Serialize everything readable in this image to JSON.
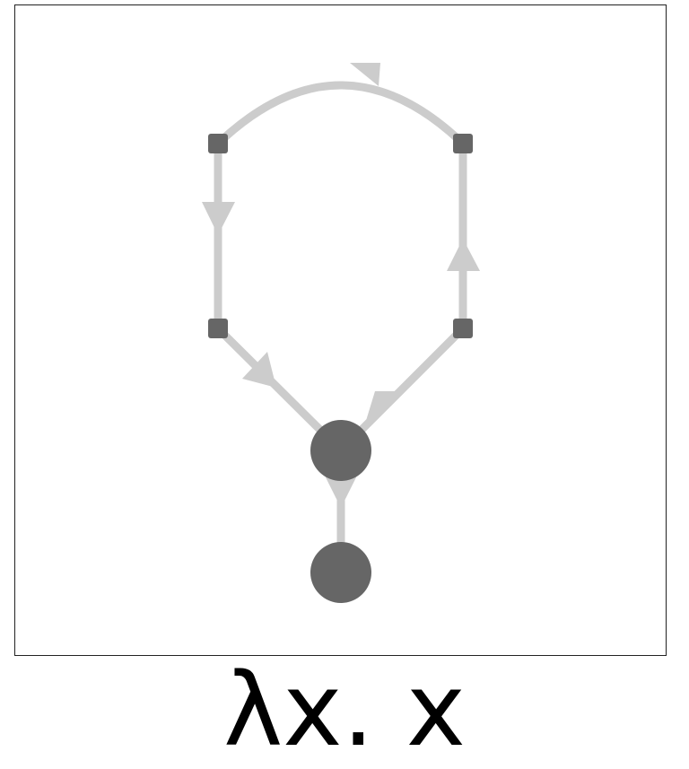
{
  "caption": "λx. x",
  "colors": {
    "edge": "#cccccc",
    "node": "#666666",
    "frame": "#222222",
    "text": "#000000"
  },
  "graph": {
    "nodes": [
      {
        "id": "root",
        "kind": "circle"
      },
      {
        "id": "lambda",
        "kind": "circle"
      },
      {
        "id": "top-left",
        "kind": "square"
      },
      {
        "id": "top-right",
        "kind": "square"
      },
      {
        "id": "bottom-left",
        "kind": "square"
      },
      {
        "id": "bottom-right",
        "kind": "square"
      }
    ],
    "edges": [
      {
        "from": "top-right",
        "to": "top-left"
      },
      {
        "from": "top-left",
        "to": "bottom-left"
      },
      {
        "from": "bottom-left",
        "to": "lambda"
      },
      {
        "from": "lambda",
        "to": "bottom-right"
      },
      {
        "from": "bottom-right",
        "to": "top-right"
      },
      {
        "from": "lambda",
        "to": "root"
      }
    ]
  }
}
